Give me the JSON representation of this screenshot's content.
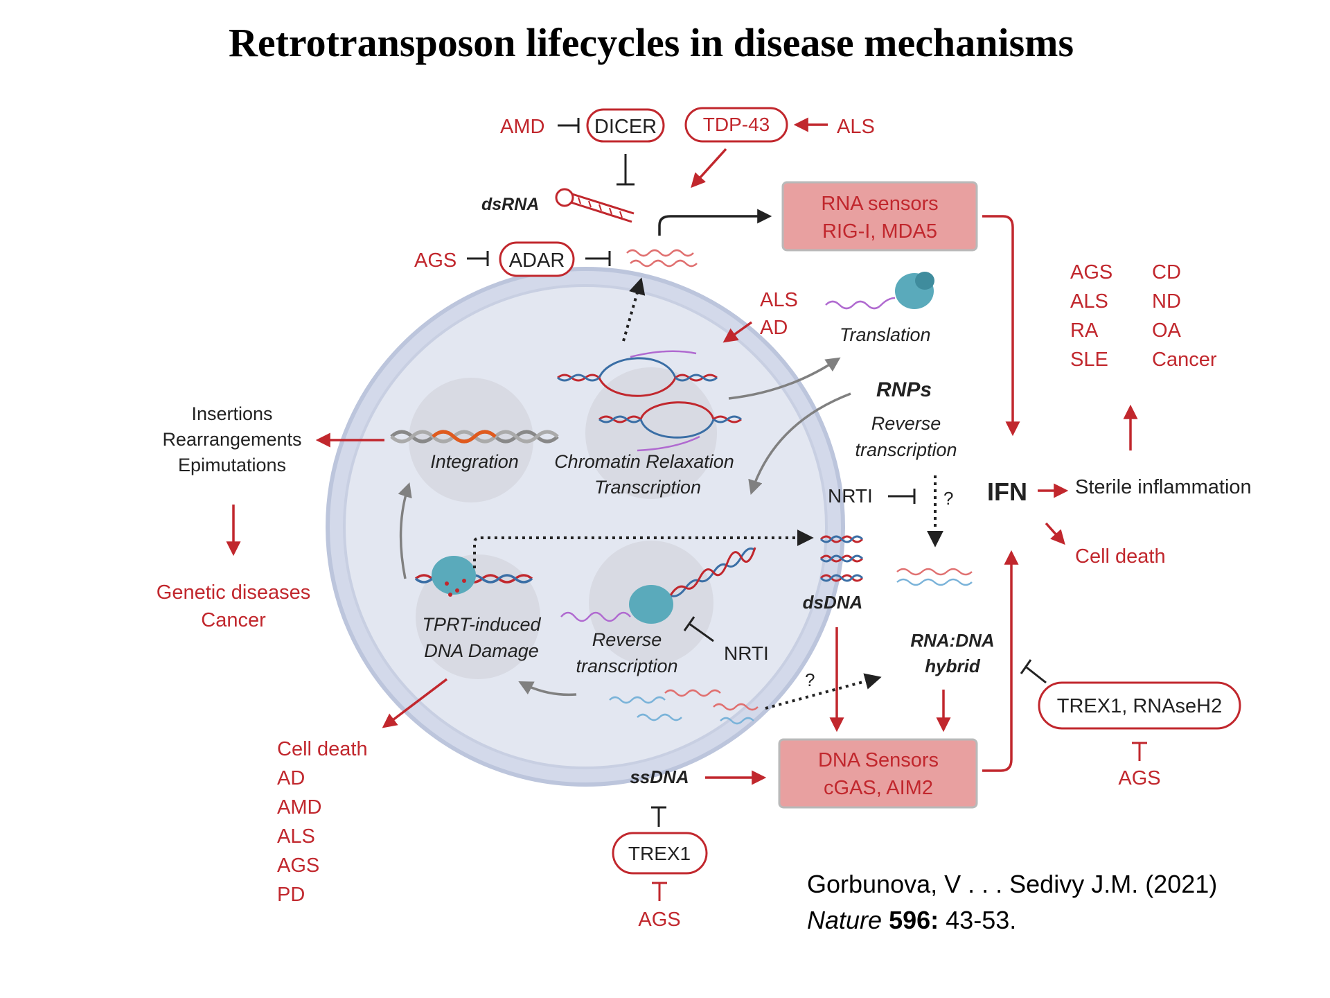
{
  "title": "Retrotransposon lifecycles in disease mechanisms",
  "colors": {
    "red": "#c1272d",
    "sensor_fill": "#e8a0a0",
    "nucleus": "#dde3f0",
    "nucleus_ring": "#c3cbe0",
    "gray_arrow": "#808080"
  },
  "top": {
    "amd": "AMD",
    "dicer": "DICER",
    "tdp43": "TDP-43",
    "als": "ALS",
    "dsrna": "dsRNA",
    "ags": "AGS",
    "adar": "ADAR"
  },
  "rna_sensors": {
    "line1": "RNA sensors",
    "line2": "RIG-I, MDA5"
  },
  "translation": {
    "als": "ALS",
    "ad": "AD",
    "label": "Translation"
  },
  "rnps": {
    "label": "RNPs",
    "rt1": "Reverse",
    "rt2": "transcription",
    "nrti": "NRTI",
    "q": "?"
  },
  "right_diseases": {
    "col1": [
      "AGS",
      "ALS",
      "RA",
      "SLE"
    ],
    "col2": [
      "CD",
      "ND",
      "OA",
      "Cancer"
    ]
  },
  "ifn": {
    "label": "IFN",
    "sterile": "Sterile inflammation",
    "cell_death": "Cell death"
  },
  "left": {
    "lines": [
      "Insertions",
      "Rearrangements",
      "Epimutations"
    ],
    "genetic": "Genetic diseases",
    "cancer": "Cancer"
  },
  "nucleus": {
    "integration": "Integration",
    "chromatin1": "Chromatin Relaxation",
    "chromatin2": "Transcription",
    "tprt1": "TPRT-induced",
    "tprt2": "DNA Damage",
    "rt1": "Reverse",
    "rt2": "transcription",
    "nrti": "NRTI"
  },
  "bottom_left": [
    "Cell death",
    "AD",
    "AMD",
    "ALS",
    "AGS",
    "PD"
  ],
  "dna": {
    "dsdna": "dsDNA",
    "hybrid1": "RNA:DNA",
    "hybrid2": "hybrid",
    "ssdna": "ssDNA",
    "q": "?"
  },
  "dna_sensors": {
    "line1": "DNA Sensors",
    "line2": "cGAS, AIM2"
  },
  "trex_right": {
    "label": "TREX1, RNAseH2",
    "ags": "AGS"
  },
  "trex_bottom": {
    "label": "TREX1",
    "ags": "AGS"
  },
  "citation": {
    "authors": "Gorbunova, V . . .  Sedivy J.M. (2021)",
    "journal": "Nature",
    "volume": "596:",
    "pages": "43-53."
  }
}
